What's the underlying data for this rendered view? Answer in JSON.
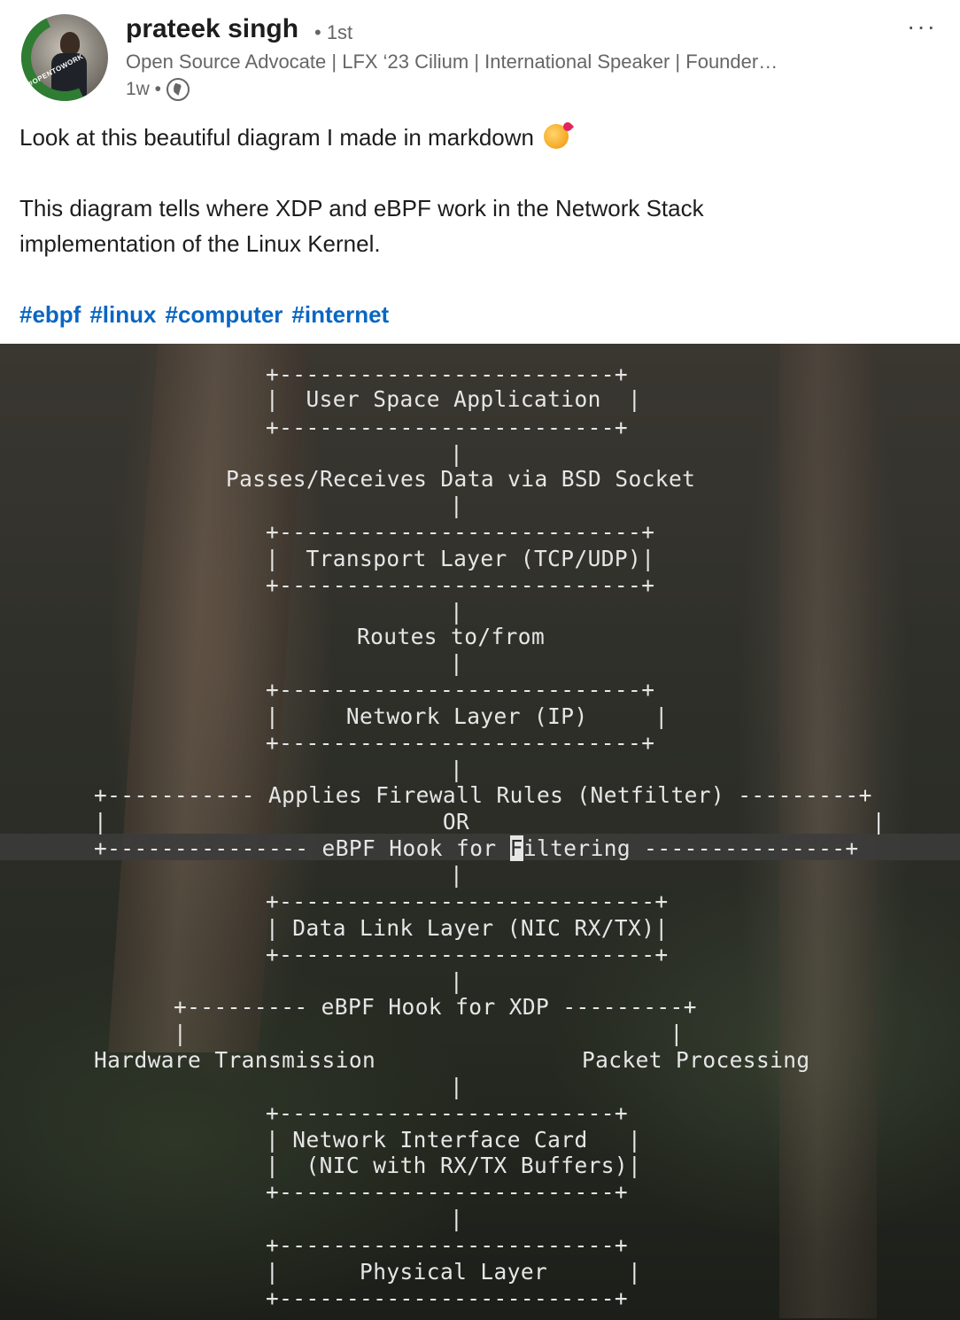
{
  "author": {
    "name": "prateek singh",
    "degree": "• 1st",
    "headline": "Open Source Advocate | LFX ‘23 Cilium | International Speaker | Founder…",
    "time": "1w •",
    "avatar_badge": "#OPENTOWORK"
  },
  "menu": {
    "more_label": "···"
  },
  "post": {
    "line1": "Look at this beautiful diagram I made in markdown",
    "line2": "This diagram tells where XDP and eBPF work in the Network Stack",
    "line3": "implementation of the Linux Kernel.",
    "hashtags": [
      "#ebpf",
      "#linux",
      "#computer",
      "#internet"
    ]
  },
  "diagram": {
    "lines": [
      "+-------------------------+",
      "|  User Space Application  |",
      "+-------------------------+",
      "|",
      "Passes/Receives Data via BSD Socket",
      "|",
      "+---------------------------+",
      "|  Transport Layer (TCP/UDP)|",
      "+---------------------------+",
      "|",
      "Routes to/from",
      "|",
      "+---------------------------+",
      "|     Network Layer (IP)     |",
      "+---------------------------+",
      "|",
      "+----------- Applies Firewall Rules (Netfilter) ---------+",
      "|                         OR                              |",
      "+--------------- eBPF Hook for ",
      "F",
      "iltering ---------------+",
      "|",
      "+----------------------------+",
      "| Data Link Layer (NIC RX/TX)|",
      "+----------------------------+",
      "|",
      "+--------- eBPF Hook for XDP ---------+",
      "|                                    |",
      "Hardware Transmission",
      "Packet Processing",
      "|",
      "+-------------------------+",
      "| Network Interface Card   |",
      "|  (NIC with RX/TX Buffers)|",
      "+-------------------------+",
      "|",
      "+-------------------------+",
      "|      Physical Layer      |",
      "+-------------------------+"
    ]
  }
}
